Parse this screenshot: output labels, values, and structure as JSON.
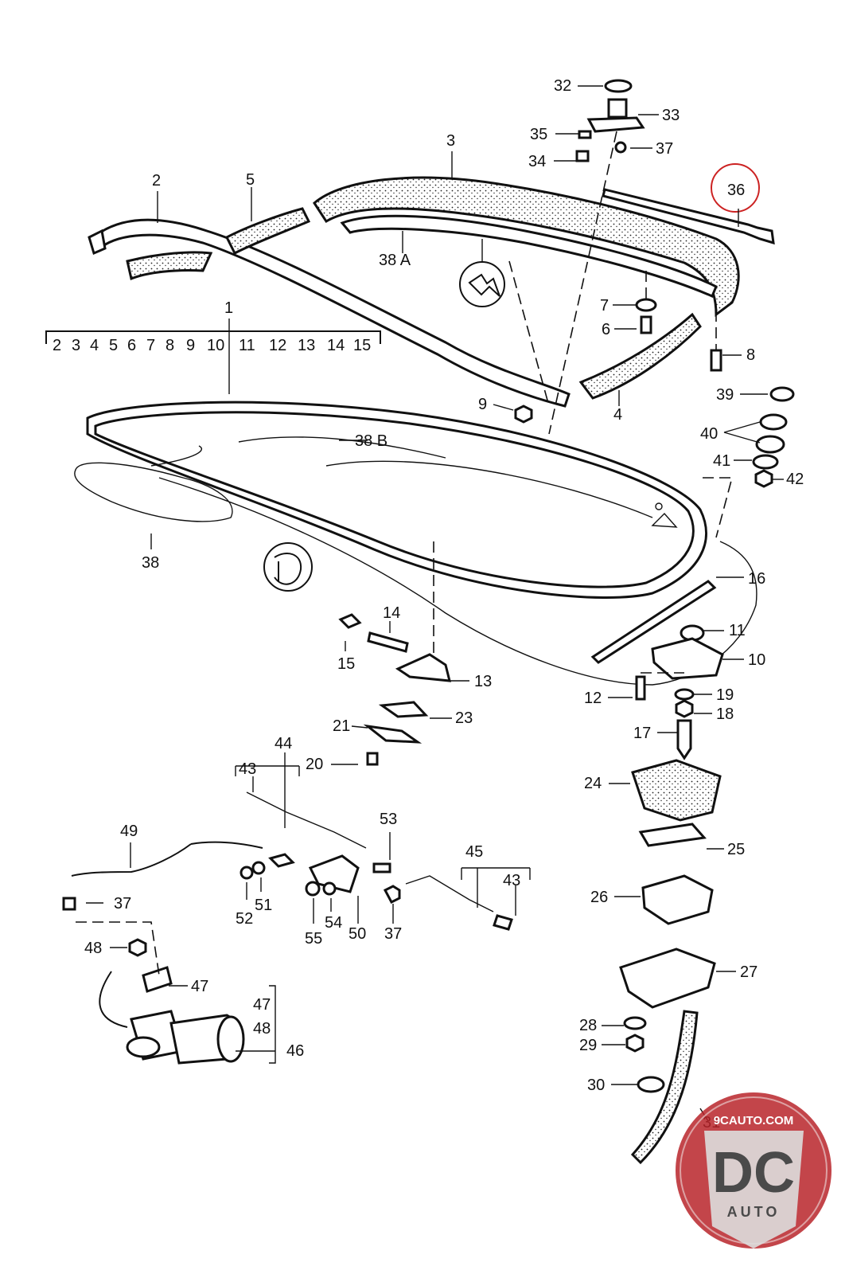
{
  "index_scale": [
    "2",
    "3",
    "4",
    "5",
    "6",
    "7",
    "8",
    "9",
    "10",
    "11",
    "12",
    "13",
    "14",
    "15"
  ],
  "parts": {
    "p1": "1",
    "p2": "2",
    "p3": "3",
    "p4": "4",
    "p5": "5",
    "p6": "6",
    "p7": "7",
    "p8": "8",
    "p9": "9",
    "p10": "10",
    "p11": "11",
    "p12": "12",
    "p13": "13",
    "p14": "14",
    "p15": "15",
    "p16": "16",
    "p17": "17",
    "p18": "18",
    "p19": "19",
    "p20": "20",
    "p21": "21",
    "p23": "23",
    "p24": "24",
    "p25": "25",
    "p26": "26",
    "p27": "27",
    "p28": "28",
    "p29": "29",
    "p30": "30",
    "p31": "31",
    "p32": "32",
    "p33": "33",
    "p34": "34",
    "p35": "35",
    "p36": "36",
    "p37a": "37",
    "p37b": "37",
    "p37c": "37",
    "p38": "38",
    "p38a": "38 A",
    "p38b": "38 B",
    "p39": "39",
    "p40": "40",
    "p41": "41",
    "p42": "42",
    "p43a": "43",
    "p43b": "43",
    "p44": "44",
    "p45": "45",
    "p46": "46",
    "p47a": "47",
    "p47b": "47",
    "p48a": "48",
    "p48b": "48",
    "p49": "49",
    "p50": "50",
    "p51": "51",
    "p52": "52",
    "p53": "53",
    "p54": "54",
    "p55": "55"
  },
  "watermark": {
    "site": "9CAUTO.COM",
    "monogram": "DC",
    "word": "AUTO"
  },
  "colors": {
    "highlight_circle": "#cc2222",
    "line": "#111111",
    "watermark_red": "#b8252a"
  }
}
